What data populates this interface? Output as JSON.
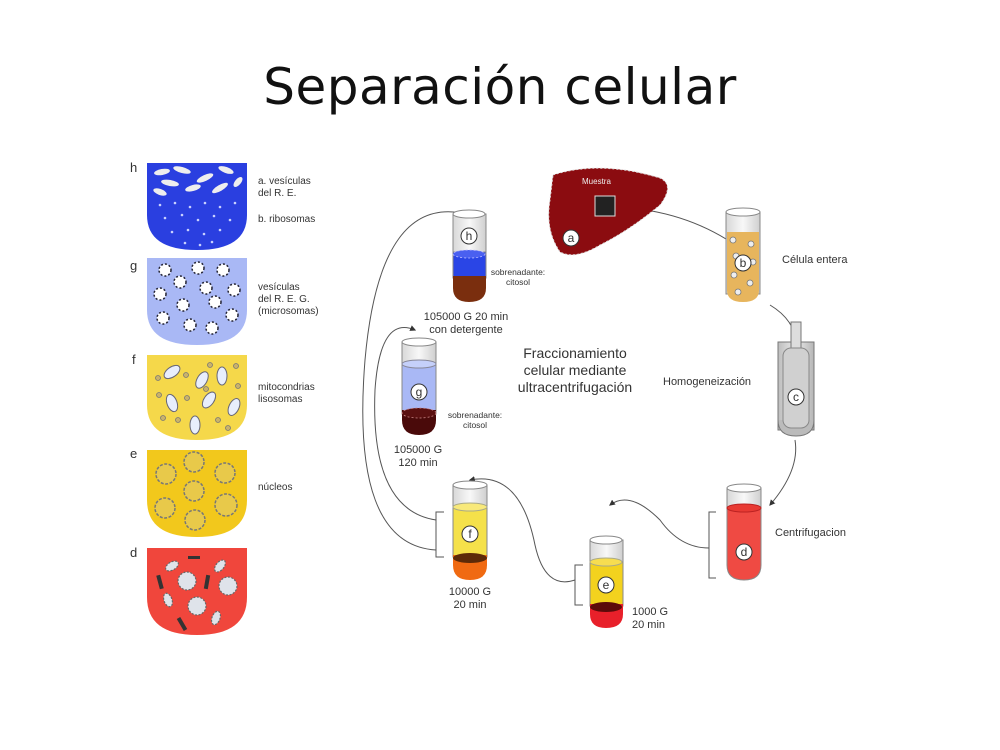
{
  "title": "Separación celular",
  "center_caption": [
    "Fraccionamiento",
    "celular mediante",
    "ultracentrifugación"
  ],
  "fractions_panel": [
    {
      "letter": "h",
      "color": "#2a3fe0",
      "labels": [
        "a. vesículas",
        "del R. E.",
        "",
        "b. ribosomas"
      ]
    },
    {
      "letter": "g",
      "color": "#a9b8f5",
      "labels": [
        "vesículas",
        "del R. E. G.",
        "(microsomas)"
      ]
    },
    {
      "letter": "f",
      "color": "#f5d84a",
      "labels": [
        "mitocondrias",
        "lisosomas"
      ]
    },
    {
      "letter": "e",
      "color": "#f2c81c",
      "labels": [
        "núcleos"
      ]
    },
    {
      "letter": "d",
      "color": "#f0463c",
      "labels": []
    }
  ],
  "liver": {
    "label": "Muestra",
    "letter": "a",
    "color": "#8b0c10"
  },
  "steps": {
    "b": {
      "letter": "b",
      "label": "Célula entera"
    },
    "c": {
      "letter": "c",
      "label": "Homogeneización"
    },
    "d": {
      "letter": "d",
      "label": "Centrifugacion"
    },
    "e": {
      "letter": "e",
      "label": [
        "1000 G",
        "20 min"
      ]
    },
    "f": {
      "letter": "f",
      "label": [
        "10000 G",
        "20 min"
      ]
    },
    "g": {
      "letter": "g",
      "label": [
        "105000 G",
        "120 min"
      ],
      "side": [
        "sobrenadante:",
        "citosol"
      ]
    },
    "h": {
      "letter": "h",
      "label": [
        "105000 G 20 min",
        "con detergente"
      ],
      "side": [
        "sobrenadante:",
        "citosol"
      ]
    }
  }
}
